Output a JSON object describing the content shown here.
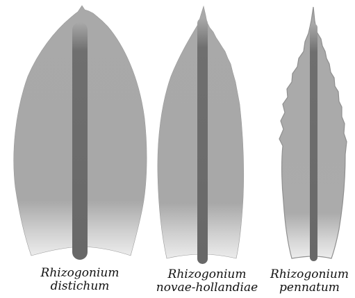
{
  "figure": {
    "leaves": [
      {
        "genus": "Rhizogonium",
        "species": "distichum"
      },
      {
        "genus": "Rhizogonium",
        "species": "novae-hollandiae"
      },
      {
        "genus": "Rhizogonium",
        "species": "pennatum"
      }
    ]
  },
  "colors": {
    "lamina": "#a9a9a9",
    "lamina_pale": "#e8e8e8",
    "costa": "#6b6b6b",
    "costa_tip_fade": "#a9a9a9",
    "caption_text": "#111111"
  }
}
